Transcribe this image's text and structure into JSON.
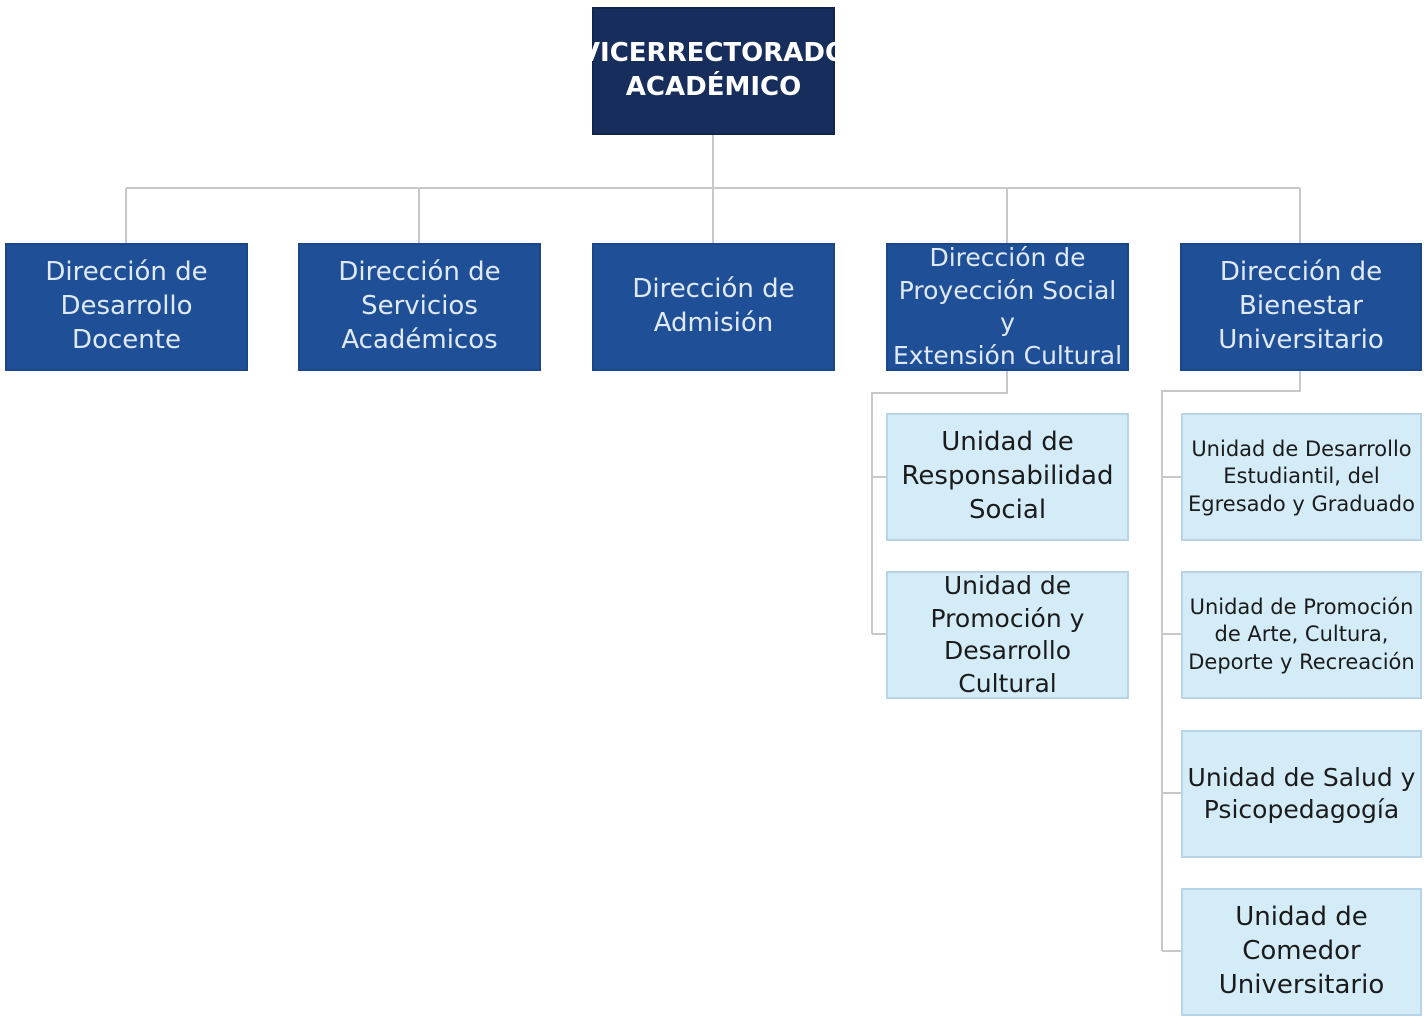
{
  "root": {
    "label": "VICERRECTORADO\nACADÉMICO"
  },
  "directions": [
    {
      "label": "Dirección de\nDesarrollo\nDocente"
    },
    {
      "label": "Dirección de\nServicios\nAcadémicos"
    },
    {
      "label": "Dirección de\nAdmisión"
    },
    {
      "label": "Dirección de\nProyección Social y\nExtensión Cultural"
    },
    {
      "label": "Dirección de\nBienestar\nUniversitario"
    }
  ],
  "proyeccion_units": [
    {
      "label": "Unidad de\nResponsabilidad\nSocial"
    },
    {
      "label": "Unidad de\nPromoción y\nDesarrollo Cultural"
    }
  ],
  "bienestar_units": [
    {
      "label": "Unidad de Desarrollo\nEstudiantil, del\nEgresado y Graduado"
    },
    {
      "label": "Unidad de Promoción\nde Arte, Cultura,\nDeporte y Recreación"
    },
    {
      "label": "Unidad de Salud y\nPsicopedagogía"
    },
    {
      "label": "Unidad de\nComedor\nUniversitario"
    }
  ],
  "colors": {
    "root_fill": "#172d5b",
    "direction_fill": "#1e4f97",
    "unit_fill": "#d3ecf8",
    "connector": "#c8c8c8"
  }
}
